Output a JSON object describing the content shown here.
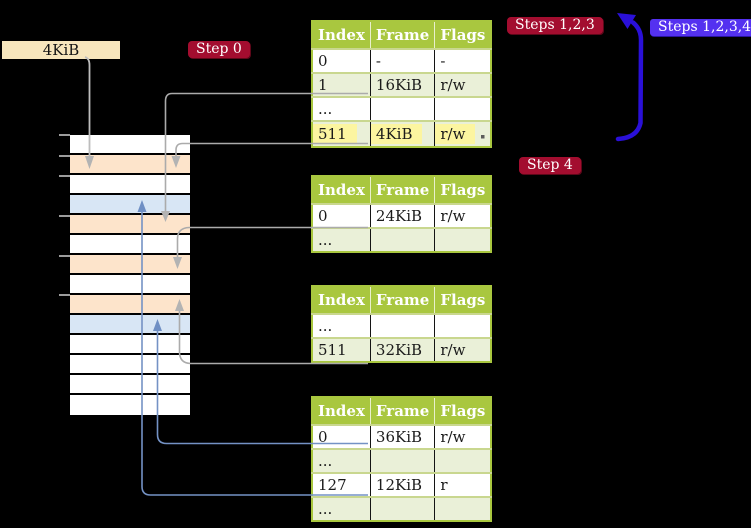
{
  "frame_label": {
    "text": "4KiB"
  },
  "badges": {
    "step0": "Step 0",
    "steps123": "Steps 1,2,3",
    "steps1234": "Steps 1,2,3,4",
    "step4": "Step 4"
  },
  "tables": [
    {
      "headers": [
        "Index",
        "Frame",
        "Flags"
      ],
      "rows": [
        {
          "cells": [
            "0",
            "-",
            "-"
          ],
          "highlight": false
        },
        {
          "cells": [
            "1",
            "16KiB",
            "r/w"
          ],
          "highlight": false
        },
        {
          "cells": [
            "...",
            "",
            ""
          ],
          "highlight": false
        },
        {
          "cells": [
            "511",
            "4KiB",
            "r/w"
          ],
          "highlight": true
        }
      ]
    },
    {
      "headers": [
        "Index",
        "Frame",
        "Flags"
      ],
      "rows": [
        {
          "cells": [
            "0",
            "24KiB",
            "r/w"
          ],
          "highlight": false
        },
        {
          "cells": [
            "...",
            "",
            ""
          ],
          "highlight": false
        }
      ]
    },
    {
      "headers": [
        "Index",
        "Frame",
        "Flags"
      ],
      "rows": [
        {
          "cells": [
            "...",
            "",
            ""
          ],
          "highlight": false
        },
        {
          "cells": [
            "511",
            "32KiB",
            "r/w"
          ],
          "highlight": false
        }
      ]
    },
    {
      "headers": [
        "Index",
        "Frame",
        "Flags"
      ],
      "rows": [
        {
          "cells": [
            "0",
            "36KiB",
            "r/w"
          ],
          "highlight": false
        },
        {
          "cells": [
            "...",
            "",
            ""
          ],
          "highlight": false
        },
        {
          "cells": [
            "127",
            "12KiB",
            "r"
          ],
          "highlight": false
        },
        {
          "cells": [
            "...",
            "",
            ""
          ],
          "highlight": false
        }
      ]
    }
  ],
  "memory": {
    "rows": [
      "white",
      "peach",
      "white",
      "blue",
      "peach",
      "white",
      "peach",
      "white",
      "peach",
      "blue",
      "white",
      "white",
      "white",
      "white"
    ],
    "palette": {
      "white": "#ffffff",
      "peach": "#fde4cb",
      "blue": "#d8e6f5"
    }
  },
  "colors": {
    "background": "#000000",
    "table_header_green": "#a9c73f",
    "table_row_pale_green": "#eaf0d8",
    "highlight_yellow": "#fcf5a0",
    "frame_label_tan": "#f7e6bd",
    "badge_red": "#a30d2f",
    "badge_blue": "#5431f0",
    "thick_arrow_blue": "#2a10d8",
    "thin_arrow_blue": "#7492c5",
    "arrow_gray": "#ababab"
  }
}
